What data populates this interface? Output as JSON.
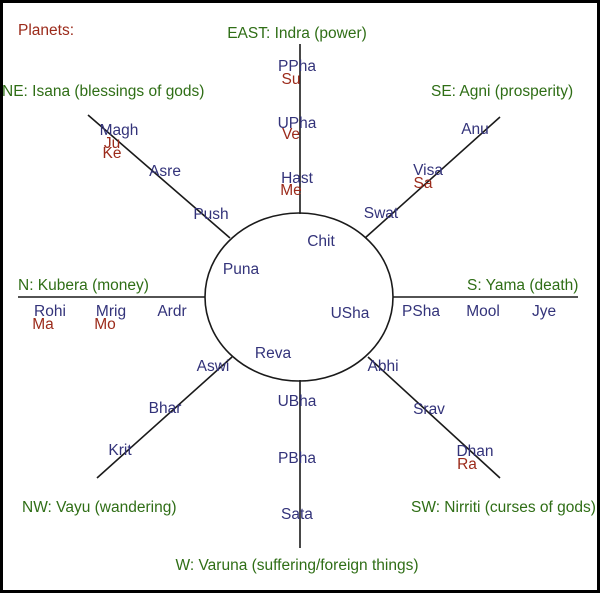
{
  "heading": "Planets:",
  "colors": {
    "direction_text": "#2f6e16",
    "nakshatra_text": "#33337a",
    "planet_text": "#9b2a1a",
    "lines": "#1a1a1a",
    "border": "#000000",
    "background": "#ffffff"
  },
  "directions": {
    "east": "EAST: Indra (power)",
    "southeast": "SE: Agni (prosperity)",
    "south": "S: Yama (death)",
    "southwest": "SW: Nirriti (curses of gods)",
    "west": "W: Varuna (suffering/foreign things)",
    "northwest": "NW: Vayu (wandering)",
    "north": "N: Kubera (money)",
    "northeast": "NE: Isana (blessings of gods)"
  },
  "nakshatras": {
    "pphal": "PPha",
    "uphal": "UPha",
    "hast": "Hast",
    "chit": "Chit",
    "swat": "Swat",
    "visa": "Visa",
    "anu": "Anu",
    "usha": "USha",
    "psha": "PSha",
    "mool": "Mool",
    "jye": "Jye",
    "abhi": "Abhi",
    "srav": "Srav",
    "dhan": "Dhan",
    "ubha": "UBha",
    "pbha": "PBha",
    "sata": "Sata",
    "reva": "Reva",
    "aswi": "Aswi",
    "bhar": "Bhar",
    "krit": "Krit",
    "ardr": "Ardr",
    "mrig": "Mrig",
    "rohi": "Rohi",
    "puna": "Puna",
    "push": "Push",
    "asre": "Asre",
    "magh": "Magh"
  },
  "planets": {
    "su": "Su",
    "ve": "Ve",
    "me": "Me",
    "sa": "Sa",
    "ra": "Ra",
    "ma": "Ma",
    "mo": "Mo",
    "ju": "Ju",
    "ke": "Ke"
  }
}
